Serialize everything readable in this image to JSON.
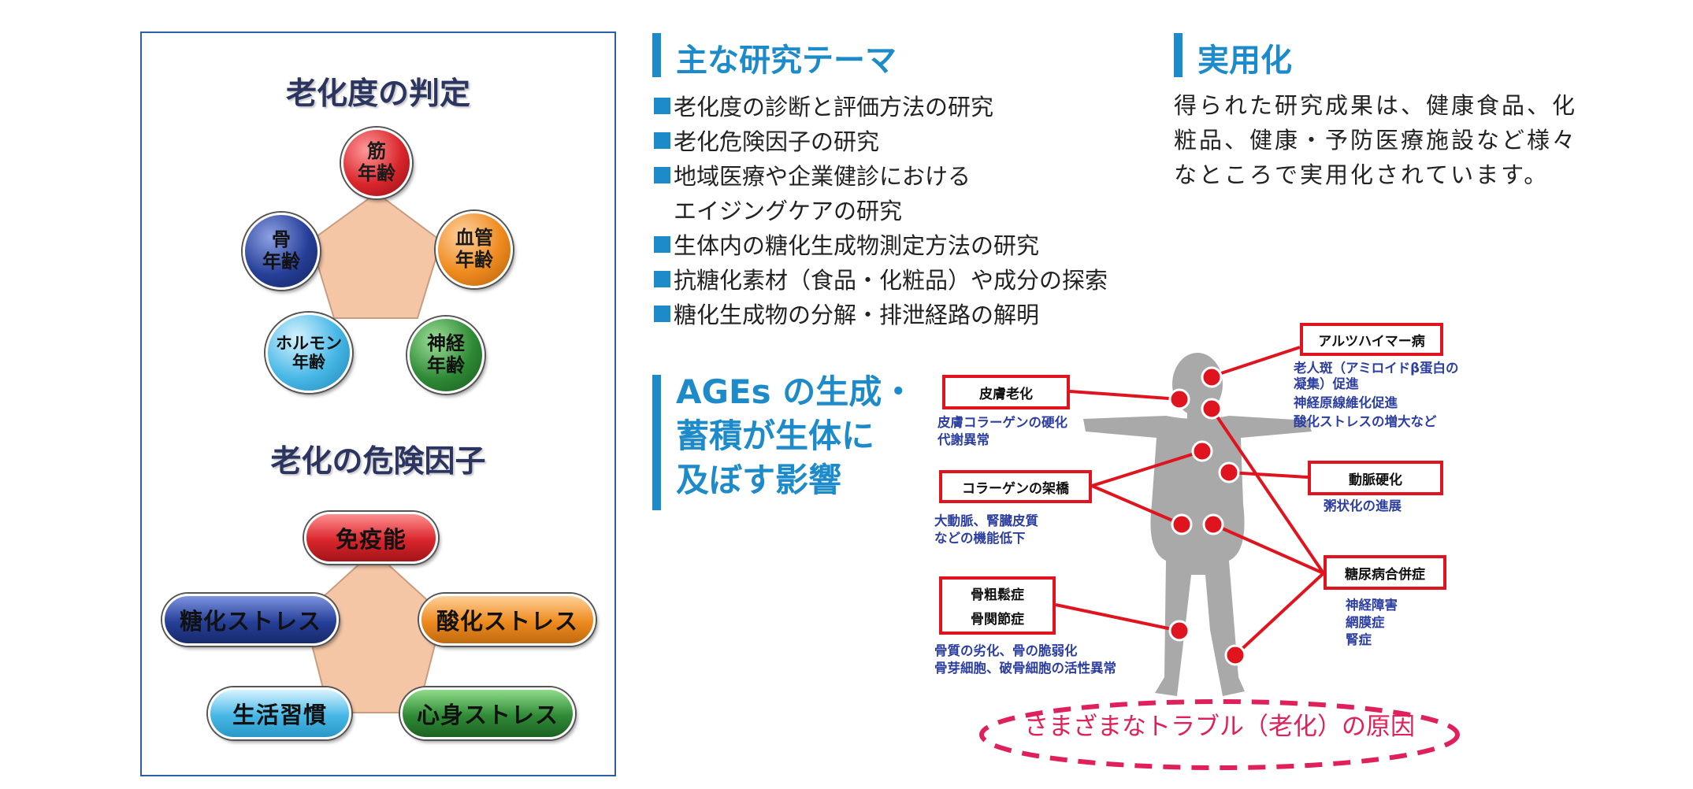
{
  "aging_panel": {
    "title": "老化度の判定",
    "ages": [
      {
        "line1": "筋",
        "line2": "年齢",
        "color": "#d9262c"
      },
      {
        "line1": "血管",
        "line2": "年齢",
        "color": "#ee8a1e"
      },
      {
        "line1": "神経",
        "line2": "年齢",
        "color": "#2f8a36"
      },
      {
        "line1": "ホルモン",
        "line2": "年齢",
        "color": "#47b7e6"
      },
      {
        "line1": "骨",
        "line2": "年齢",
        "color": "#263f98"
      }
    ]
  },
  "risk_panel": {
    "title": "老化の危険因子",
    "factors": [
      {
        "label": "免疫能",
        "color": "#d9262c"
      },
      {
        "label": "酸化ストレス",
        "color": "#ee8a1e"
      },
      {
        "label": "心身ストレス",
        "color": "#2f8a36"
      },
      {
        "label": "生活習慣",
        "color": "#47b7e6"
      },
      {
        "label": "糖化ストレス",
        "color": "#263f98"
      }
    ]
  },
  "themes": {
    "heading": "主な研究テーマ",
    "items": [
      "老化度の診断と評価方法の研究",
      "老化危険因子の研究",
      "地域医療や企業健診における",
      "エイジングケアの研究",
      "生体内の糖化生成物測定方法の研究",
      "抗糖化素材（食品・化粧品）や成分の探索",
      "糖化生成物の分解・排泄経路の解明"
    ]
  },
  "practical": {
    "heading": "実用化",
    "text": "得られた研究成果は、健康食品、化粧品、健康・予防医療施設など様々なところで実用化されています。"
  },
  "ages_effects": {
    "title_lines": [
      "AGEs の生成・",
      "蓄積が生体に",
      "及ぼす影響"
    ],
    "labels": {
      "skin": "皮膚老化",
      "collagen": "コラーゲンの架橋",
      "bone1": "骨粗鬆症",
      "bone2": "骨関節症",
      "alzheimer": "アルツハイマー病",
      "artery": "動脈硬化",
      "diabetes": "糖尿病合併症"
    },
    "notes": {
      "skin": [
        "皮膚コラーゲンの硬化",
        "代謝異常"
      ],
      "collagen": [
        "大動脈、腎臓皮質",
        "などの機能低下"
      ],
      "bone": [
        "骨質の劣化、骨の脆弱化",
        "骨芽細胞、破骨細胞の活性異常"
      ],
      "alzheimer": [
        "老人斑（アミロイドβ蛋白の",
        "凝集）促進",
        "神経原線維化促進",
        "酸化ストレスの増大など"
      ],
      "artery": [
        "粥状化の進展"
      ],
      "diabetes": [
        "神経障害",
        "網膜症",
        "腎症"
      ]
    },
    "cause": "さまざまなトラブル（老化）の原因",
    "colors": {
      "accent": "#e0141e",
      "note": "#2c3fa0",
      "heading": "#1d8ac9",
      "cause": "#e0205a"
    }
  }
}
